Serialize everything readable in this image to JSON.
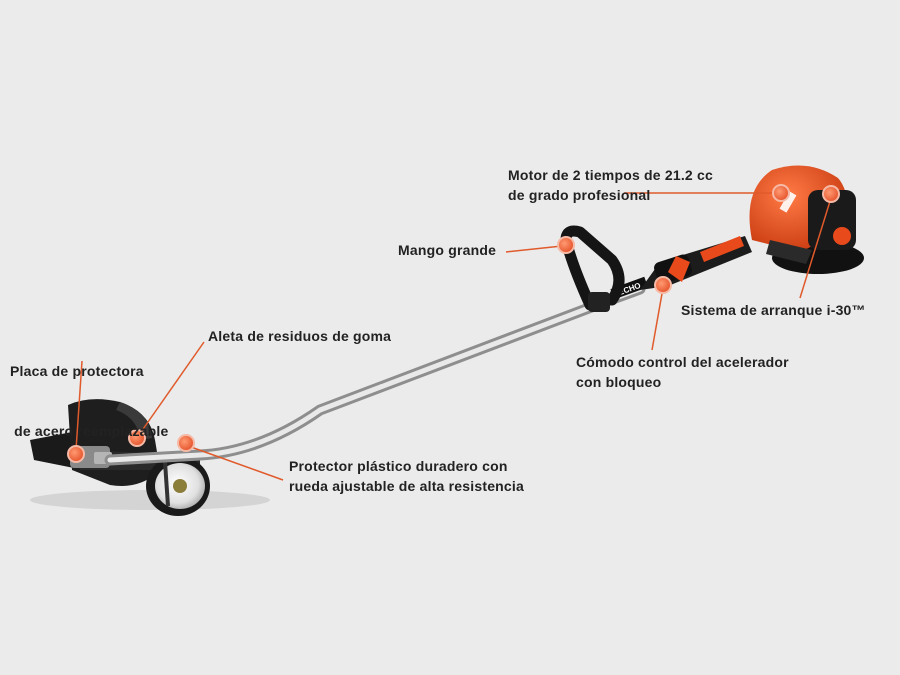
{
  "colors": {
    "background": "#ebebeb",
    "accent": "#e5542c",
    "leader_line": "#e05a2b",
    "machine_orange": "#e84a1c",
    "shaft": "#c9c9c9",
    "text": "#222222"
  },
  "callouts": [
    {
      "id": "engine",
      "lines": [
        "Motor de 2 tiempos de 21.2 cc",
        "de grado profesional"
      ]
    },
    {
      "id": "handle",
      "lines": [
        "Mango grande"
      ]
    },
    {
      "id": "starter",
      "lines": [
        "Sistema de arranque i-30™"
      ]
    },
    {
      "id": "throttle",
      "lines": [
        "Cómodo control del acelerador",
        "con bloqueo"
      ]
    },
    {
      "id": "steel-plate",
      "lines": [
        "Placa de protectora",
        " de acero reemplazable"
      ]
    },
    {
      "id": "rubber-flap",
      "lines": [
        "Aleta de residuos de goma"
      ]
    },
    {
      "id": "guard-wheel",
      "lines": [
        "Protector plástico duradero con",
        "rueda ajustable de alta resistencia"
      ]
    }
  ],
  "branding": {
    "shaft_logo": "ECHO"
  }
}
